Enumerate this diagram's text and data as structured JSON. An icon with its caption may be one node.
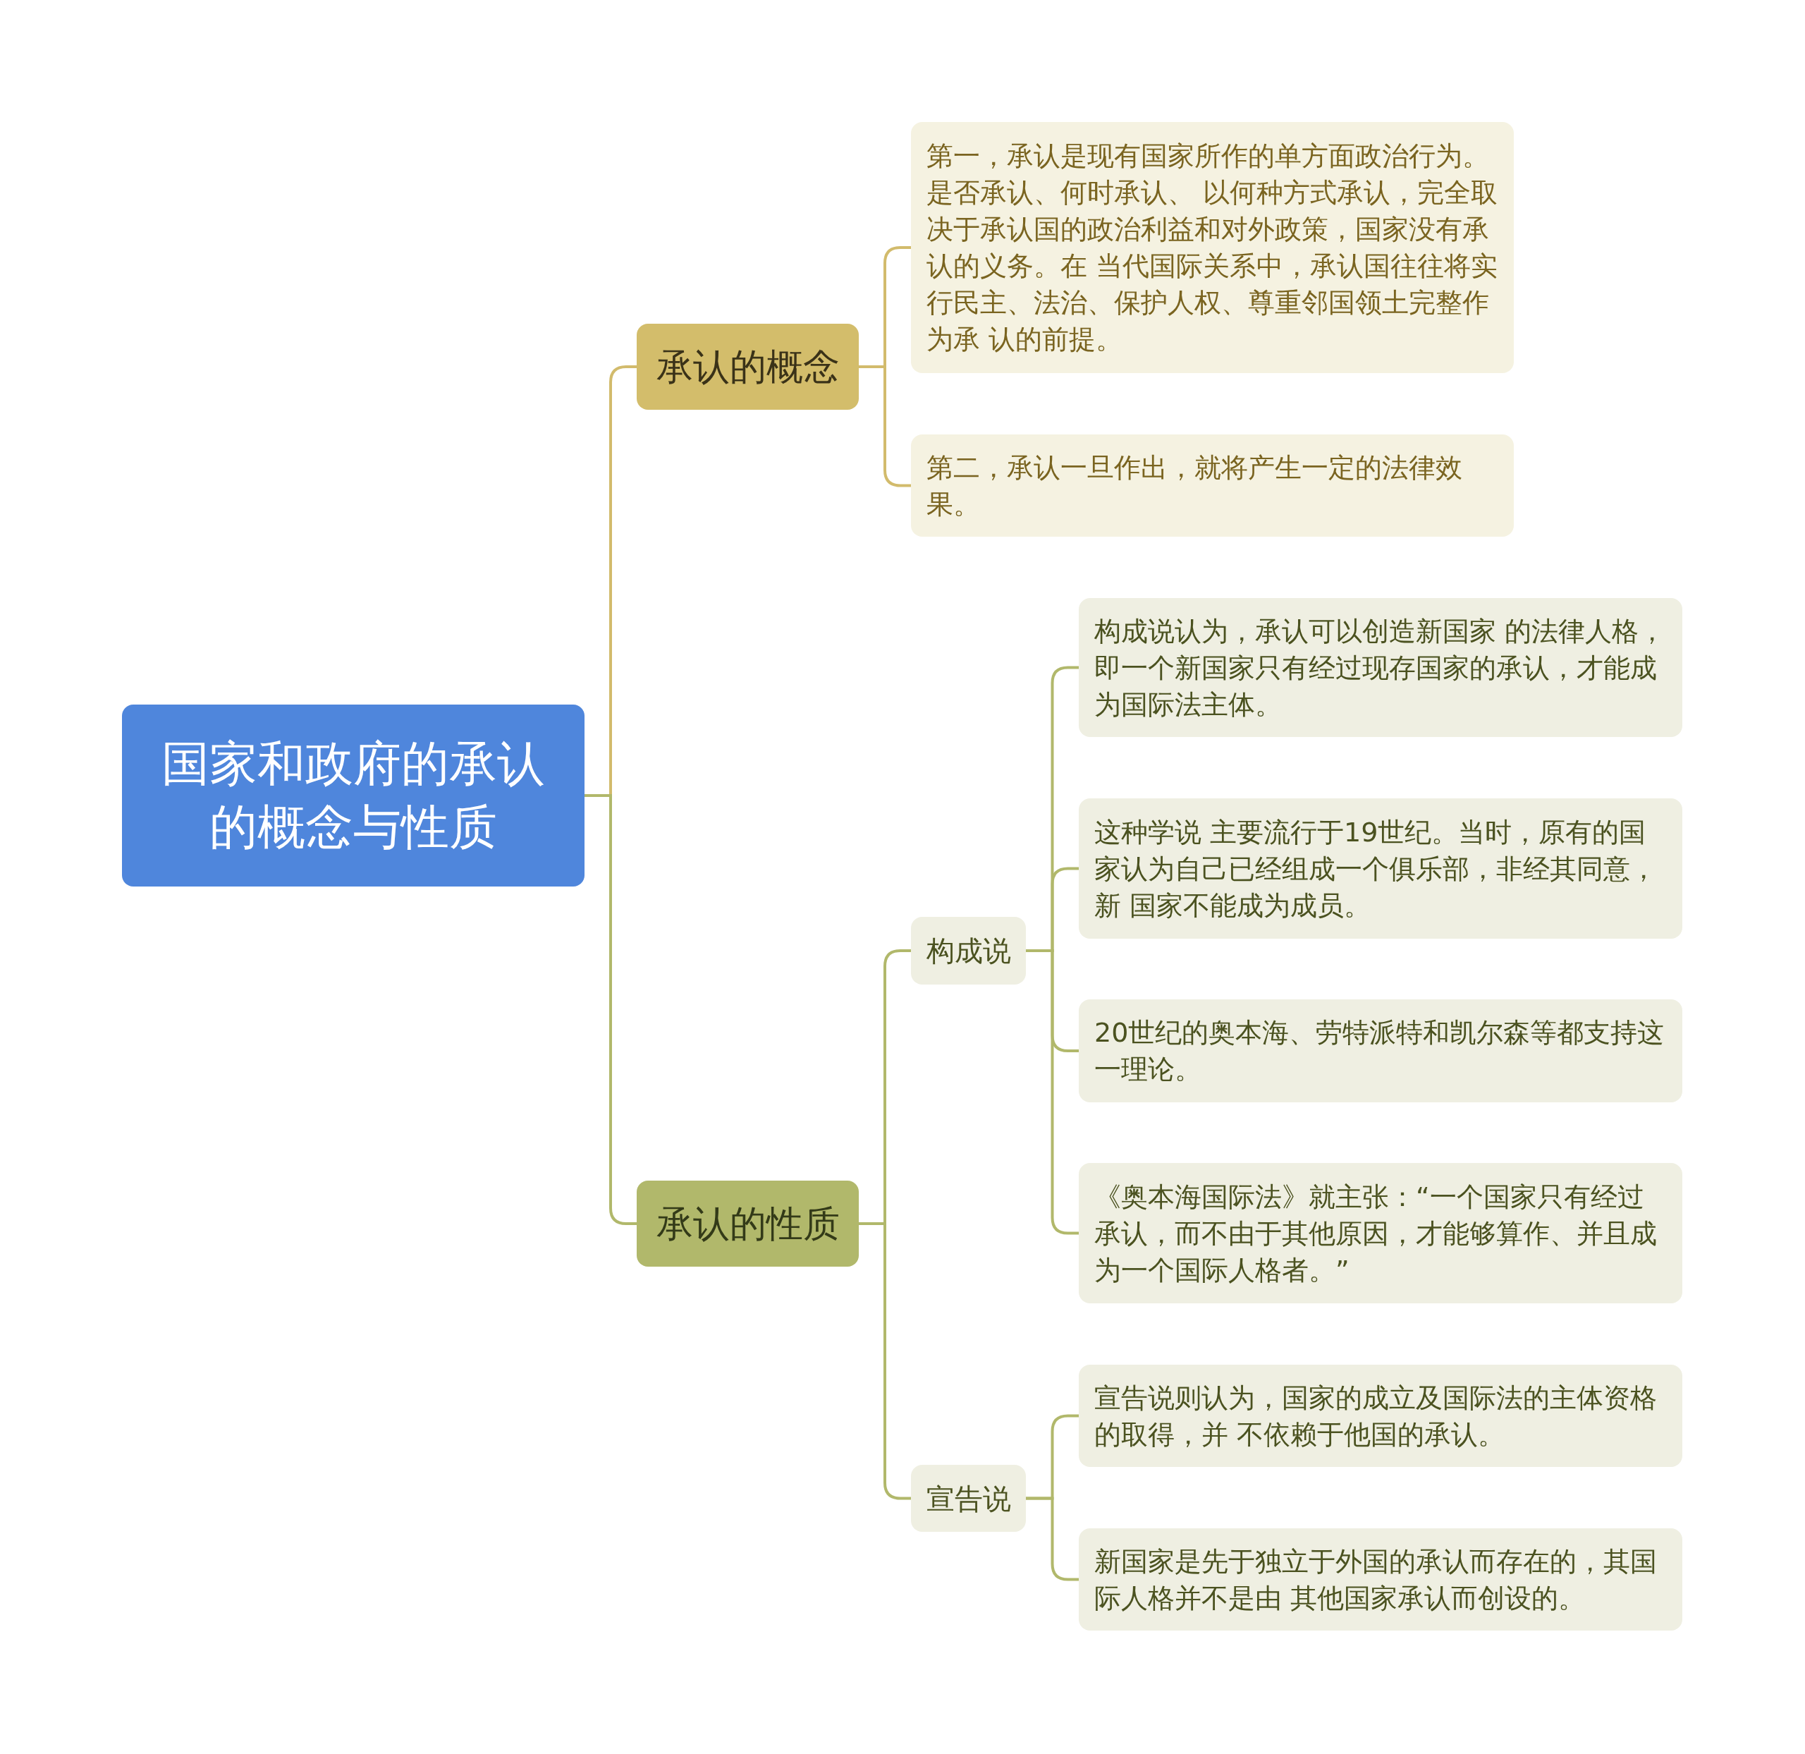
{
  "diagram": {
    "nodes": [
      {
        "text": [
          "国家和政府的承认的概念与性质"
        ]
      },
      {
        "text": [
          "承认的概念"
        ]
      },
      {
        "text": [
          "第一，承认是现有国家所作的单方面政治行为。是否承认、何时承认、 以何种方式承认，完全取决于承认国的政治利益和对外政策，国家没有承认的义务。在 当代国际关系中，承认国往往将实行民主、法治、保护人权、尊重邻国领土完整作为承 认的前提。"
        ]
      },
      {
        "text": [
          "第二，承认一旦作出，就将产生一定的法律效果。"
        ]
      },
      {
        "text": [
          "承认的性质"
        ]
      },
      {
        "text": [
          "构成说"
        ]
      },
      {
        "text": [
          "构成说认为，承认可以创造新国家 的法律人格，即一个新国家只有经过现存国家的承认，才能成为国际法主体。"
        ]
      },
      {
        "text": [
          "这种学说 主要流行于19世纪。当时，原有的国家认为自己已经组成一个俱乐部，非经其同意，新 国家不能成为成员。"
        ]
      },
      {
        "text": [
          "20世纪的奥本海、劳特派特和凯尔森等都支持这一理论。"
        ]
      },
      {
        "text": [
          "《奥本海国际法》就主张：“一个国家只有经过承认，而不由于其他原因，才能够算作、并且成为一个国际人格者。”"
        ]
      },
      {
        "text": [
          "宣告说"
        ]
      },
      {
        "text": [
          "宣告说则认为，国家的成立及国际法的主体资格的取得，并 不依赖于他国的承认。"
        ]
      },
      {
        "text": [
          "新国家是先于独立于外国的承认而存在的，其国际人格并不是由 其他国家承认而创设的。"
        ]
      }
    ],
    "edges": [
      {
        "from": 0,
        "to": 1,
        "arrow": "none",
        "color": "#d2bb6c"
      },
      {
        "from": 1,
        "to": 2,
        "arrow": "none",
        "color": "#d2bb6c"
      },
      {
        "from": 1,
        "to": 3,
        "arrow": "none",
        "color": "#d2bb6c"
      },
      {
        "from": 0,
        "to": 4,
        "arrow": "none"
      },
      {
        "from": 4,
        "to": 5,
        "arrow": "none"
      },
      {
        "from": 5,
        "to": 6,
        "arrow": "none"
      },
      {
        "from": 5,
        "to": 7,
        "arrow": "none"
      },
      {
        "from": 5,
        "to": 8,
        "arrow": "none"
      },
      {
        "from": 5,
        "to": 9,
        "arrow": "none"
      },
      {
        "from": 4,
        "to": 10,
        "arrow": "none"
      },
      {
        "from": 10,
        "to": 11,
        "arrow": "none"
      },
      {
        "from": 10,
        "to": 12,
        "arrow": "none"
      }
    ]
  }
}
